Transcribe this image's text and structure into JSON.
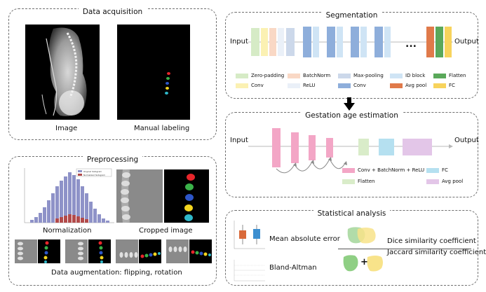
{
  "panels": {
    "acquisition": {
      "title": "Data acquisition",
      "image_caption": "Image",
      "label_caption": "Manual labeling"
    },
    "preprocessing": {
      "title": "Preprocessing",
      "normalization_caption": "Normalization",
      "cropped_caption": "Cropped image",
      "augmentation_caption": "Data augmentation: flipping, rotation",
      "histogram_legend": [
        "Original histogram",
        "Normalized histogram"
      ]
    },
    "segmentation": {
      "title": "Segmentation",
      "input_label": "Input",
      "output_label": "Output",
      "ellipsis": "...",
      "legend": [
        {
          "label": "Zero-padding",
          "color": "#d6ebc6"
        },
        {
          "label": "BatchNorm",
          "color": "#f9d8c5"
        },
        {
          "label": "Max-pooling",
          "color": "#ccd8ea"
        },
        {
          "label": "ID block",
          "color": "#cfe4f5"
        },
        {
          "label": "Flatten",
          "color": "#5aa85a"
        },
        {
          "label": "Conv",
          "color": "#fbf1b3"
        },
        {
          "label": "ReLU",
          "color": "#eaf0f8"
        },
        {
          "label": "Conv",
          "color": "#8eaedb"
        },
        {
          "label": "Avg pool",
          "color": "#e07a4a"
        },
        {
          "label": "FC",
          "color": "#f7d35c"
        }
      ]
    },
    "gestation": {
      "title": "Gestation age estimation",
      "input_label": "Input",
      "output_label": "Output",
      "legend": [
        {
          "label": "Conv + BatchNorm + ReLU",
          "color": "#f3a6c6"
        },
        {
          "label": "FC",
          "color": "#b5e0f0"
        },
        {
          "label": "Flatten",
          "color": "#d9ecc9"
        },
        {
          "label": "Avg pool",
          "color": "#e3c6e8"
        }
      ]
    },
    "statistics": {
      "title": "Statistical analysis",
      "mae_label": "Mean absolute error",
      "bland_altman_label": "Bland-Altman",
      "dice_label": "Dice similarity coefficient",
      "jaccard_label": "Jaccard similarity coefficient",
      "plus_sign": "+"
    }
  }
}
